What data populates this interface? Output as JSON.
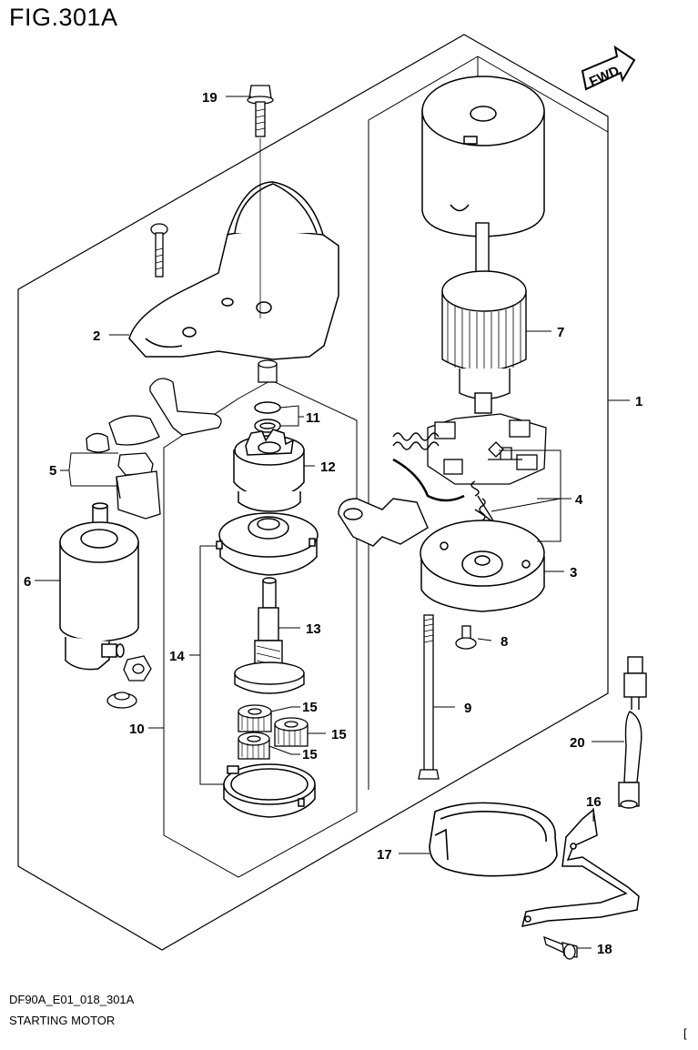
{
  "figure": {
    "title": "FIG.301A",
    "code": "DF90A_E01_018_301A",
    "caption": "STARTING MOTOR",
    "corner_mark": "[",
    "fwd_label": "FWD"
  },
  "callouts": [
    "1",
    "2",
    "3",
    "4",
    "5",
    "6",
    "7",
    "8",
    "9",
    "10",
    "11",
    "12",
    "13",
    "14",
    "15",
    "15",
    "15",
    "16",
    "17",
    "18",
    "19",
    "20"
  ]
}
